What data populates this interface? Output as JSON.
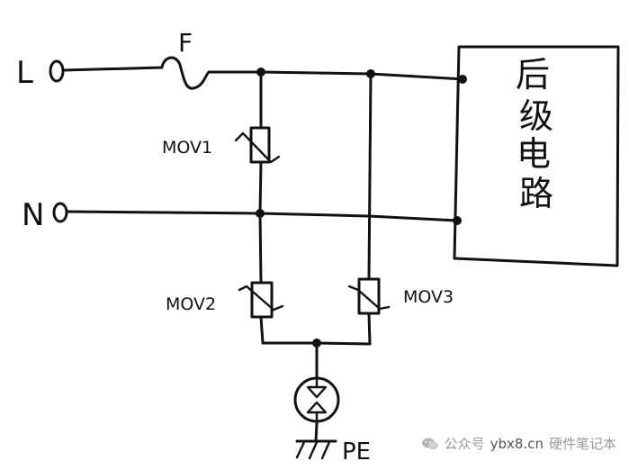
{
  "labels": {
    "line": "L",
    "neutral": "N",
    "fuse": "F",
    "mov1": "MOV1",
    "mov2": "MOV2",
    "mov3": "MOV3",
    "pe": "PE",
    "load_lines": [
      "后",
      "级",
      "电",
      "路"
    ]
  },
  "watermark": {
    "prefix": "公众号",
    "site": "ybx8.cn",
    "suffix": "硬件笔记本",
    "icon": "wechat-icon"
  },
  "colors": {
    "ink": "#111111",
    "paper": "#ffffff",
    "watermark": "#9a9a9a"
  }
}
